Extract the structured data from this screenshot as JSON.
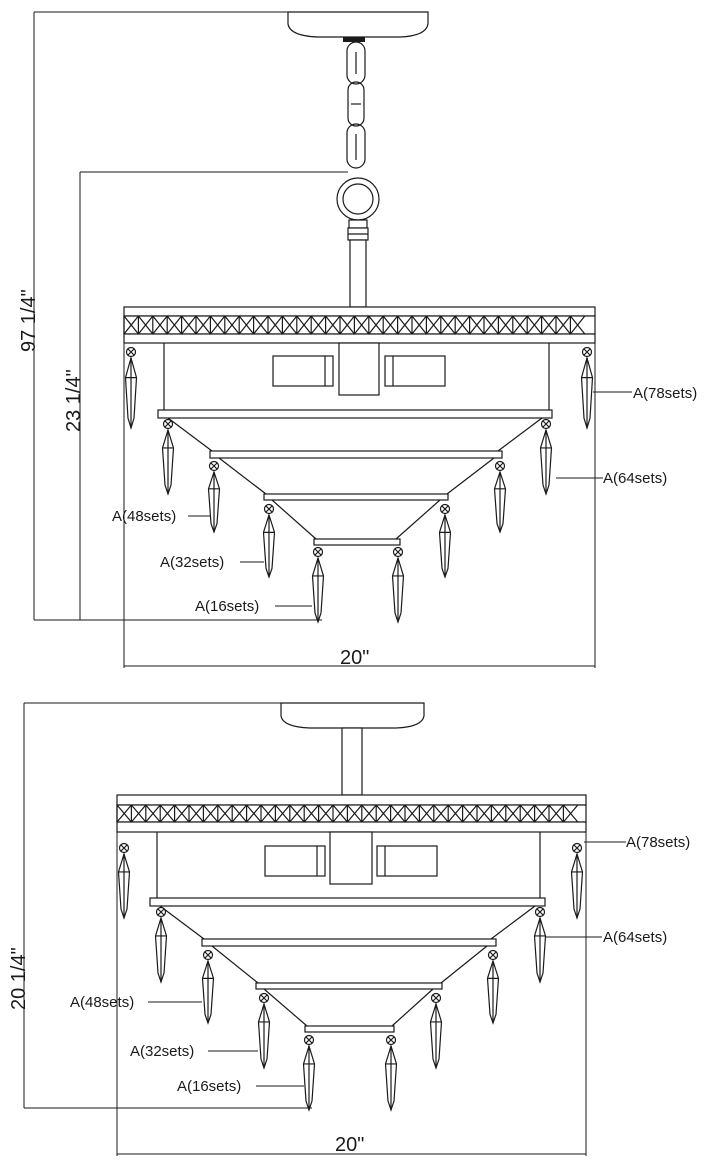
{
  "top_view": {
    "overall_height": "97 1/4\"",
    "body_height": "23 1/4\"",
    "width": "20\"",
    "labels": {
      "tier1": "A(78sets)",
      "tier2": "A(64sets)",
      "tier3": "A(48sets)",
      "tier4": "A(32sets)",
      "tier5": "A(16sets)"
    }
  },
  "bottom_view": {
    "overall_height": "20 1/4\"",
    "width": "20\"",
    "labels": {
      "tier1": "A(78sets)",
      "tier2": "A(64sets)",
      "tier3": "A(48sets)",
      "tier4": "A(32sets)",
      "tier5": "A(16sets)"
    }
  }
}
